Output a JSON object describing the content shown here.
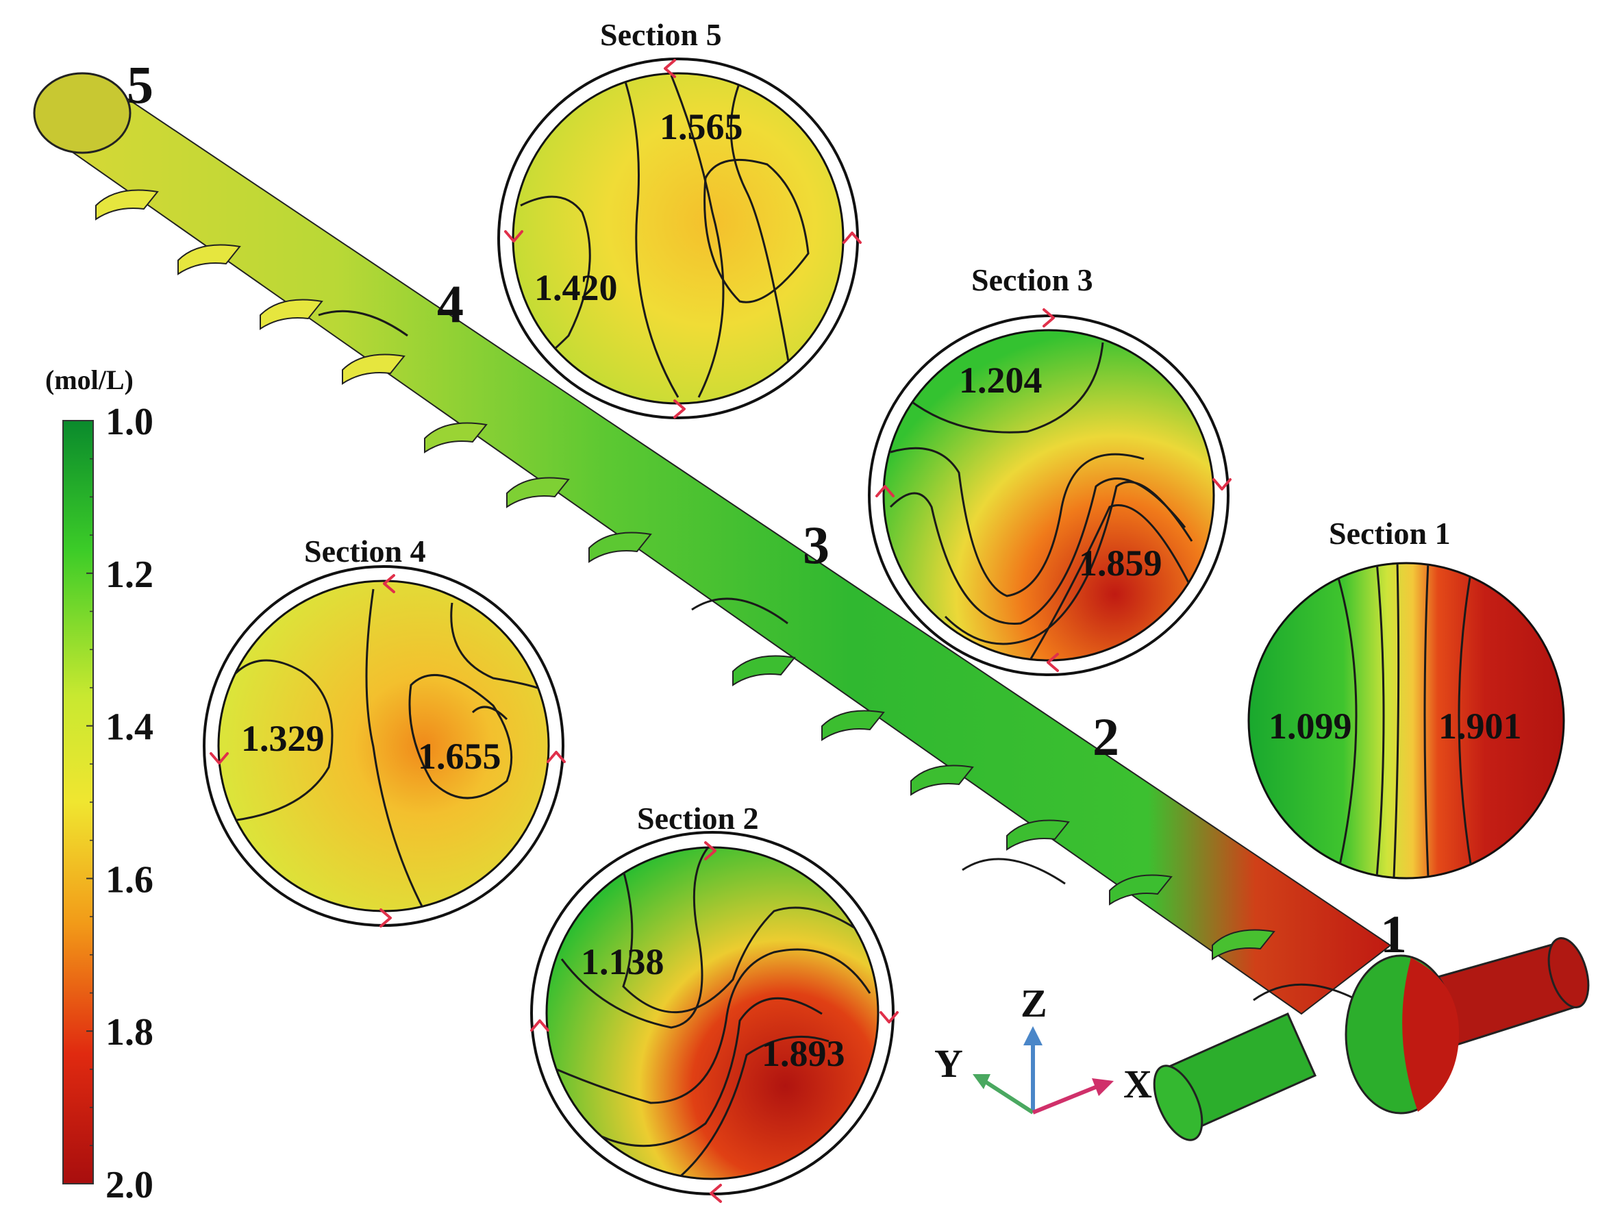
{
  "colorbar": {
    "unit": "(mol/L)",
    "ticks": [
      "1.0",
      "1.2",
      "1.4",
      "1.6",
      "1.8",
      "2.0"
    ],
    "min": 1.0,
    "max": 2.0,
    "colors": [
      "#0a8a2c",
      "#3ccc28",
      "#c8e830",
      "#f0e630",
      "#f29a18",
      "#e02a10",
      "#a80e0e"
    ]
  },
  "pipe_markers": [
    "5",
    "4",
    "3",
    "2",
    "1"
  ],
  "sections": [
    {
      "title": "Section 5",
      "values": [
        "1.565",
        "1.420"
      ]
    },
    {
      "title": "Section 3",
      "values": [
        "1.204",
        "1.859"
      ]
    },
    {
      "title": "Section 1",
      "values": [
        "1.099",
        "1.901"
      ]
    },
    {
      "title": "Section 4",
      "values": [
        "1.329",
        "1.655"
      ]
    },
    {
      "title": "Section 2",
      "values": [
        "1.138",
        "1.893"
      ]
    }
  ],
  "axes": {
    "z": "Z",
    "y": "Y",
    "x": "X"
  },
  "colors": {
    "green": "#1fb52a",
    "yellow": "#e8e53a",
    "orange": "#f0a020",
    "red": "#c01a12",
    "arrow": "#e0304a",
    "axis_z": "#4a86c8",
    "axis_y": "#4aa860",
    "axis_x": "#d0306a"
  }
}
